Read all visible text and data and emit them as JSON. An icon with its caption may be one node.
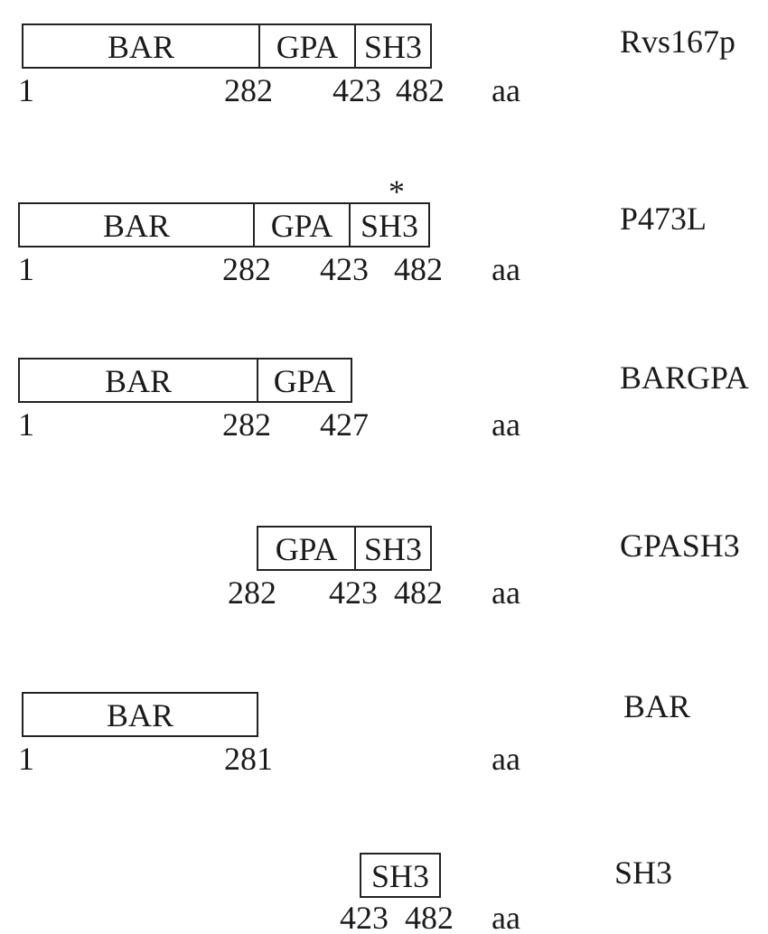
{
  "diagram": {
    "nodes": [
      {
        "text": [
          "BAR"
        ]
      },
      {
        "text": [
          "GPA"
        ]
      },
      {
        "text": [
          "SH3"
        ]
      },
      {
        "text": [
          "BAR"
        ]
      },
      {
        "text": [
          "GPA"
        ]
      },
      {
        "text": [
          "SH3"
        ],
        "beside": [
          "*"
        ]
      },
      {
        "text": [
          "BAR"
        ]
      },
      {
        "text": [
          "GPA"
        ]
      },
      {
        "text": [
          "GPA"
        ]
      },
      {
        "text": [
          "SH3"
        ]
      },
      {
        "text": [
          "BAR"
        ]
      },
      {
        "text": [
          "SH3"
        ]
      }
    ],
    "labels": [
      "Rvs167p",
      "1",
      "282",
      "423",
      "482",
      "aa",
      "P473L",
      "1",
      "282",
      "423",
      "482",
      "aa",
      "BARGPA",
      "1",
      "282",
      "427",
      "aa",
      "GPASH3",
      "282",
      "423",
      "482",
      "aa",
      "BAR",
      "1",
      "281",
      "aa",
      "SH3",
      "423",
      "482",
      "aa"
    ]
  }
}
